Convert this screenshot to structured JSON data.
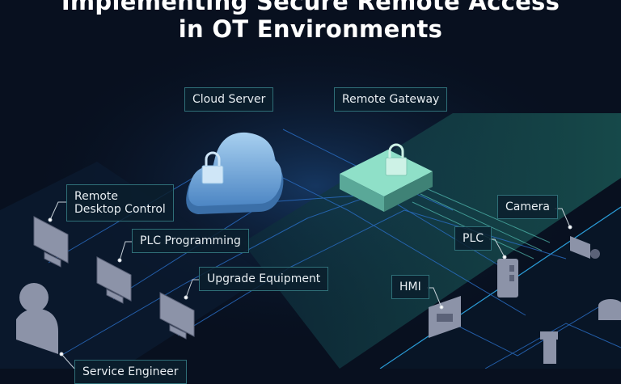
{
  "title": {
    "line1": "Implementing Secure Remote Access",
    "line2": "in OT Environments"
  },
  "labels": {
    "cloud_server": "Cloud Server",
    "remote_gateway": "Remote Gateway",
    "remote_desktop": "Remote\nDesktop Control",
    "plc_programming": "PLC Programming",
    "upgrade_equipment": "Upgrade Equipment",
    "camera": "Camera",
    "plc": "PLC",
    "hmi": "HMI",
    "service_engineer": "Service Engineer"
  },
  "colors": {
    "background": "#08101f",
    "cloud": "#6fa7d8",
    "gateway": "#6fc0ab",
    "line": "#2a7bd6",
    "plane": "#16504f"
  }
}
